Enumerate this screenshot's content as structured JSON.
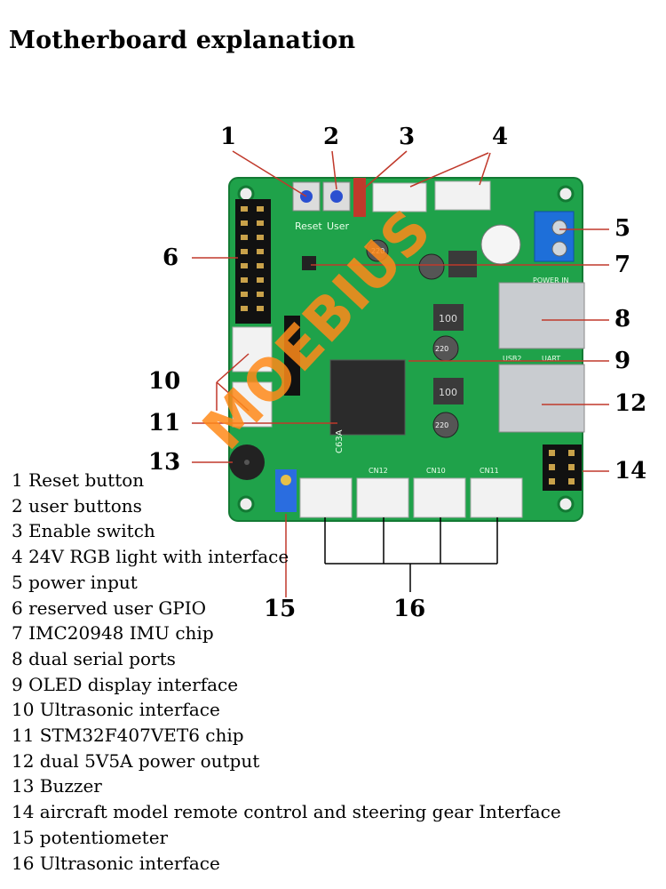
{
  "title": "Motherboard explanation",
  "watermark": "MOEBIUS",
  "callout_numbers": [
    "1",
    "2",
    "3",
    "4",
    "5",
    "6",
    "7",
    "8",
    "9",
    "10",
    "11",
    "12",
    "13",
    "14",
    "15",
    "16"
  ],
  "board_silkscreen": {
    "reset": "Reset",
    "user": "User",
    "power_in": "POWER IN",
    "usb2": "USB2",
    "uart": "UART",
    "chip": "C63A",
    "inductor1": "100",
    "inductor2": "100",
    "cap1": "220",
    "cap2": "220",
    "cap3": "220",
    "cn12": "CN12",
    "cn10": "CN10",
    "cn11": "CN11"
  },
  "legend": [
    "1 Reset button",
    "2 user buttons",
    "3 Enable switch",
    "4 24V RGB light with interface",
    "5 power input",
    "6 reserved user GPIO",
    "7 IMC20948 IMU chip",
    "8 dual serial ports",
    "9 OLED display interface",
    "10 Ultrasonic interface",
    "11 STM32F407VET6 chip",
    "12 dual 5V5A power output",
    "13 Buzzer",
    "14 aircraft model remote control and steering gear Interface",
    "15 potentiometer",
    "16 Ultrasonic interface"
  ],
  "colors": {
    "pcb": "#1fa24a",
    "pcb_dark": "#168a3c",
    "callout_line": "#c0392b",
    "watermark": "#ff8a1a"
  }
}
